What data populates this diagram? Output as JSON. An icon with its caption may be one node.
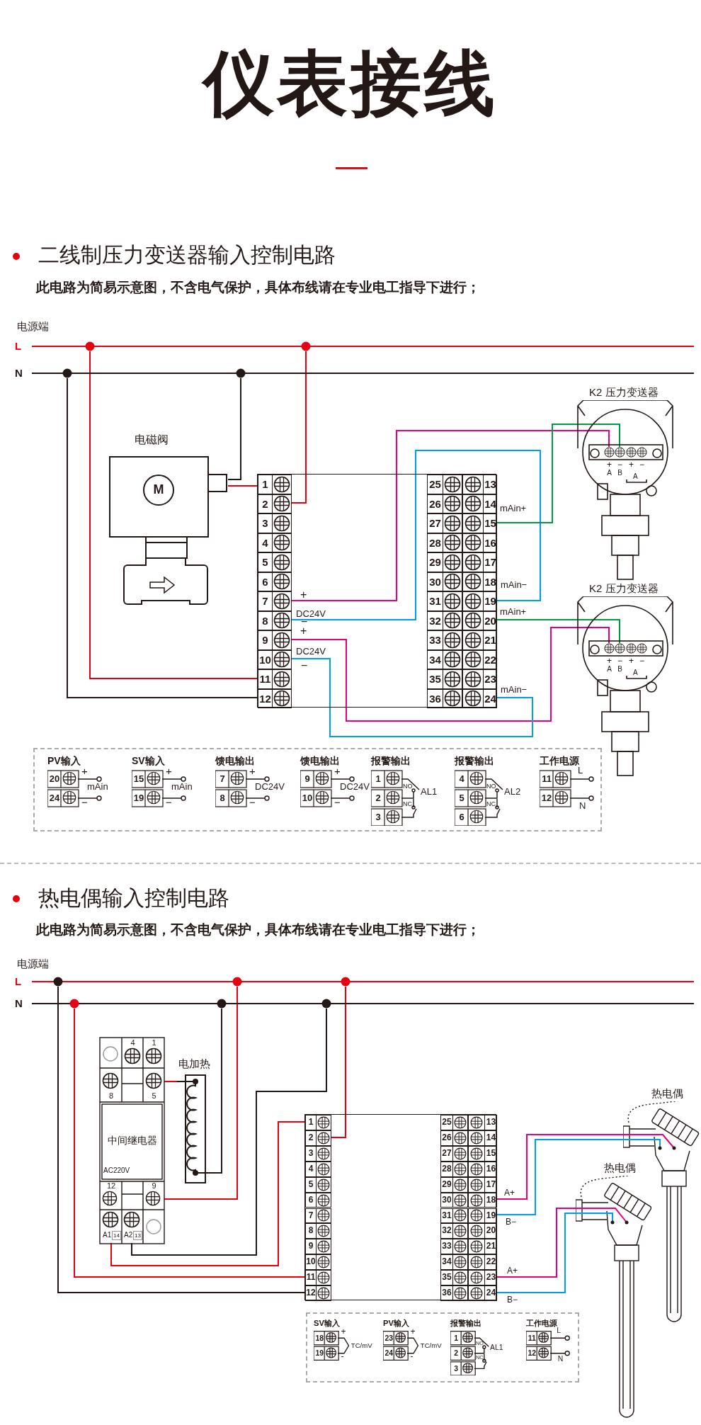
{
  "diagram": {
    "title": "仪表接线",
    "nodes": [
      {
        "text": [
          "L"
        ]
      },
      {
        "text": [
          "N"
        ]
      },
      {
        "text": [
          "电磁阀",
          "M"
        ]
      },
      {
        "text": [],
        "shape": "box"
      },
      {
        "text": [
          "1"
        ],
        "in": 3
      },
      {
        "text": [
          "2"
        ],
        "in": 3
      },
      {
        "text": [
          "3"
        ],
        "in": 3
      },
      {
        "text": [
          "4"
        ],
        "in": 3
      },
      {
        "text": [
          "5"
        ],
        "in": 3
      },
      {
        "text": [
          "6"
        ],
        "in": 3
      },
      {
        "text": [
          "7"
        ],
        "in": 3
      },
      {
        "text": [
          "8"
        ],
        "in": 3
      },
      {
        "text": [
          "9"
        ],
        "in": 3
      },
      {
        "text": [
          "10"
        ],
        "in": 3
      },
      {
        "text": [
          "11"
        ],
        "in": 3
      },
      {
        "text": [
          "12"
        ],
        "in": 3
      },
      {
        "text": [
          "25"
        ],
        "in": 3
      },
      {
        "text": [
          "13"
        ],
        "in": 3
      },
      {
        "text": [
          "26"
        ],
        "in": 3
      },
      {
        "text": [
          "14"
        ],
        "in": 3
      },
      {
        "text": [
          "27"
        ],
        "in": 3
      },
      {
        "text": [
          "15"
        ],
        "in": 3
      },
      {
        "text": [
          "28"
        ],
        "in": 3
      },
      {
        "text": [
          "16"
        ],
        "in": 3
      },
      {
        "text": [
          "29"
        ],
        "in": 3
      },
      {
        "text": [
          "17"
        ],
        "in": 3
      },
      {
        "text": [
          "30"
        ],
        "in": 3
      },
      {
        "text": [
          "18"
        ],
        "in": 3
      },
      {
        "text": [
          "31"
        ],
        "in": 3
      },
      {
        "text": [
          "19"
        ],
        "in": 3
      },
      {
        "text": [
          "32"
        ],
        "in": 3
      },
      {
        "text": [
          "20"
        ],
        "in": 3
      },
      {
        "text": [
          "33"
        ],
        "in": 3
      },
      {
        "text": [
          "21"
        ],
        "in": 3
      },
      {
        "text": [
          "34"
        ],
        "in": 3
      },
      {
        "text": [
          "22"
        ],
        "in": 3
      },
      {
        "text": [
          "35"
        ],
        "in": 3
      },
      {
        "text": [
          "23"
        ],
        "in": 3
      },
      {
        "text": [
          "36"
        ],
        "in": 3
      },
      {
        "text": [
          "24"
        ],
        "in": 3
      },
      {
        "text": [
          "K2 压力变送器",
          "A"
        ]
      },
      {
        "text": [
          "+",
          "A"
        ],
        "in": 40
      },
      {
        "text": [
          "−",
          "B"
        ],
        "in": 40
      },
      {
        "text": [
          "+"
        ],
        "in": 40
      },
      {
        "text": [
          "−"
        ],
        "in": 40
      },
      {
        "text": [
          "K2 压力变送器",
          "A"
        ]
      },
      {
        "text": [
          "+",
          "A"
        ],
        "in": 45
      },
      {
        "text": [
          "−",
          "B"
        ],
        "in": 45
      },
      {
        "text": [
          "+"
        ],
        "in": 45
      },
      {
        "text": [
          "−"
        ],
        "in": 45
      },
      {
        "text": [
          "L"
        ]
      },
      {
        "text": [
          "N"
        ]
      },
      {
        "text": [
          "中间继电器",
          "AC220V"
        ]
      },
      {
        "text": [
          "4"
        ],
        "in": 52
      },
      {
        "text": [
          "1"
        ],
        "in": 52
      },
      {
        "text": [
          "8"
        ],
        "in": 52
      },
      {
        "text": [
          "5"
        ],
        "in": 52
      },
      {
        "text": [
          "12"
        ],
        "in": 52
      },
      {
        "text": [
          "9"
        ],
        "in": 52
      },
      {
        "text": [
          "A1",
          "14"
        ],
        "in": 52
      },
      {
        "text": [
          "A2",
          "13"
        ],
        "in": 52
      },
      {
        "text": [
          "电加热"
        ]
      },
      {
        "text": [],
        "shape": "box"
      },
      {
        "text": [
          "1"
        ],
        "in": 62
      },
      {
        "text": [
          "2"
        ],
        "in": 62
      },
      {
        "text": [
          "3"
        ],
        "in": 62
      },
      {
        "text": [
          "4"
        ],
        "in": 62
      },
      {
        "text": [
          "5"
        ],
        "in": 62
      },
      {
        "text": [
          "6"
        ],
        "in": 62
      },
      {
        "text": [
          "7"
        ],
        "in": 62
      },
      {
        "text": [
          "8"
        ],
        "in": 62
      },
      {
        "text": [
          "9"
        ],
        "in": 62
      },
      {
        "text": [
          "10"
        ],
        "in": 62
      },
      {
        "text": [
          "11"
        ],
        "in": 62
      },
      {
        "text": [
          "12"
        ],
        "in": 62
      },
      {
        "text": [
          "25"
        ],
        "in": 62
      },
      {
        "text": [
          "13"
        ],
        "in": 62
      },
      {
        "text": [
          "26"
        ],
        "in": 62
      },
      {
        "text": [
          "14"
        ],
        "in": 62
      },
      {
        "text": [
          "27"
        ],
        "in": 62
      },
      {
        "text": [
          "15"
        ],
        "in": 62
      },
      {
        "text": [
          "28"
        ],
        "in": 62
      },
      {
        "text": [
          "16"
        ],
        "in": 62
      },
      {
        "text": [
          "29"
        ],
        "in": 62
      },
      {
        "text": [
          "17"
        ],
        "in": 62
      },
      {
        "text": [
          "30"
        ],
        "in": 62
      },
      {
        "text": [
          "18"
        ],
        "in": 62
      },
      {
        "text": [
          "31"
        ],
        "in": 62
      },
      {
        "text": [
          "19"
        ],
        "in": 62
      },
      {
        "text": [
          "32"
        ],
        "in": 62
      },
      {
        "text": [
          "20"
        ],
        "in": 62
      },
      {
        "text": [
          "33"
        ],
        "in": 62
      },
      {
        "text": [
          "21"
        ],
        "in": 62
      },
      {
        "text": [
          "34"
        ],
        "in": 62
      },
      {
        "text": [
          "22"
        ],
        "in": 62
      },
      {
        "text": [
          "35"
        ],
        "in": 62
      },
      {
        "text": [
          "23"
        ],
        "in": 62
      },
      {
        "text": [
          "36"
        ],
        "in": 62
      },
      {
        "text": [
          "24"
        ],
        "in": 62
      },
      {
        "text": [
          "热电偶"
        ]
      },
      {
        "text": [
          "热电偶"
        ]
      }
    ],
    "edges": [
      {
        "from": 0,
        "to": 14,
        "arrow": "none",
        "color": "#e60012"
      },
      {
        "from": 0,
        "to": 5,
        "arrow": "none",
        "color": "#e60012"
      },
      {
        "from": 1,
        "to": 15,
        "arrow": "none",
        "color": "#231815"
      },
      {
        "from": 1,
        "to": 2,
        "arrow": "none",
        "color": "#231815"
      },
      {
        "from": 2,
        "to": 4,
        "arrow": "none",
        "color": "#e60012"
      },
      {
        "from": 10,
        "to": 41,
        "arrow": "none",
        "color": "#e4007f"
      },
      {
        "from": 11,
        "to": 29,
        "arrow": "none",
        "color": "#00a0e9"
      },
      {
        "from": 21,
        "to": 42,
        "arrow": "none",
        "color": "#009944"
      },
      {
        "from": 12,
        "to": 46,
        "arrow": "none",
        "color": "#e4007f"
      },
      {
        "from": 13,
        "to": 39,
        "arrow": "none",
        "color": "#00a0e9"
      },
      {
        "from": 31,
        "to": 47,
        "arrow": "none",
        "color": "#009944"
      },
      {
        "from": 50,
        "to": 74,
        "arrow": "none",
        "color": "#231815"
      },
      {
        "from": 51,
        "to": 73,
        "arrow": "none",
        "color": "#e60012"
      },
      {
        "from": 50,
        "to": 58,
        "arrow": "none",
        "color": "#e60012"
      },
      {
        "from": 50,
        "to": 64,
        "arrow": "none",
        "color": "#e60012"
      },
      {
        "from": 51,
        "to": 61,
        "arrow": "none",
        "color": "#231815"
      },
      {
        "from": 51,
        "to": 60,
        "arrow": "none",
        "color": "#231815"
      },
      {
        "from": 56,
        "to": 61,
        "arrow": "none",
        "color": "#e60012"
      },
      {
        "from": 59,
        "to": 63,
        "arrow": "none",
        "color": "#e60012"
      },
      {
        "from": 86,
        "to": 99,
        "arrow": "none",
        "color": "#e4007f"
      },
      {
        "from": 88,
        "to": 99,
        "arrow": "none",
        "color": "#00a0e9"
      },
      {
        "from": 96,
        "to": 100,
        "arrow": "none",
        "color": "#e4007f"
      },
      {
        "from": 98,
        "to": 100,
        "arrow": "none",
        "color": "#00a0e9"
      }
    ],
    "labels": [
      "二线制压力变送器输入控制电路",
      "此电路为简易示意图，不含电气保护，具体布线请在专业电工指导下进行；",
      "电源端",
      "+",
      "DC24V",
      "−",
      "+",
      "DC24V",
      "−",
      "mAin+",
      "mAin−",
      "mAin+",
      "mAin−",
      "PV输入",
      "20",
      "+",
      "mAin",
      "24",
      "−",
      "SV输入",
      "15",
      "+",
      "mAin",
      "19",
      "−",
      "馈电输出",
      "7",
      "+",
      "DC24V",
      "8",
      "−",
      "馈电输出",
      "9",
      "+",
      "DC24V",
      "10",
      "−",
      "报警输出",
      "1",
      "NO",
      "AL1",
      "2",
      "NC",
      "3",
      "报警输出",
      "4",
      "NO",
      "AL2",
      "5",
      "NC",
      "6",
      "工作电源",
      "11",
      "L",
      "12",
      "N",
      "热电偶输入控制电路",
      "此电路为简易示意图，不含电气保护，具体布线请在专业电工指导下进行；",
      "电源端",
      "A+",
      "B−",
      "A+",
      "B−",
      "SV输入",
      "18",
      "+",
      "TC/mV",
      "19",
      "-",
      "PV输入",
      "23",
      "+",
      "TC/mV",
      "24",
      "-",
      "报警输出",
      "1",
      "NO",
      "AL1",
      "2",
      "NC",
      "3",
      "工作电源",
      "11",
      "L",
      "12",
      "N"
    ]
  }
}
